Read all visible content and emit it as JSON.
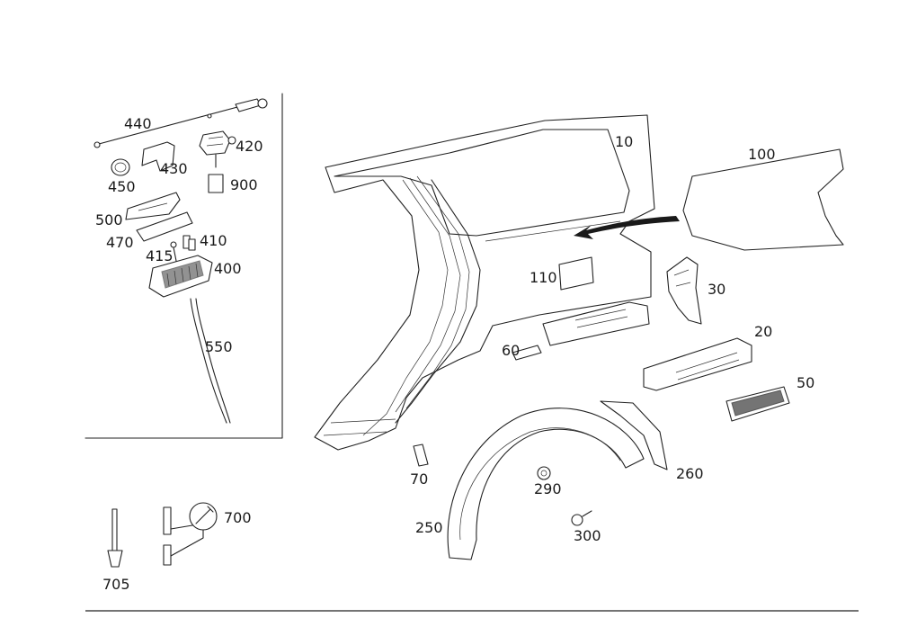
{
  "diagram": {
    "callouts": [
      {
        "id": "c440",
        "text": "440"
      },
      {
        "id": "c420",
        "text": "420"
      },
      {
        "id": "c430",
        "text": "430"
      },
      {
        "id": "c450",
        "text": "450"
      },
      {
        "id": "c900",
        "text": "900"
      },
      {
        "id": "c500",
        "text": "500"
      },
      {
        "id": "c470",
        "text": "470"
      },
      {
        "id": "c410",
        "text": "410"
      },
      {
        "id": "c415",
        "text": "415"
      },
      {
        "id": "c400",
        "text": "400"
      },
      {
        "id": "c550",
        "text": "550"
      },
      {
        "id": "c10",
        "text": "10"
      },
      {
        "id": "c100",
        "text": "100"
      },
      {
        "id": "c110",
        "text": "110"
      },
      {
        "id": "c30",
        "text": "30"
      },
      {
        "id": "c60",
        "text": "60"
      },
      {
        "id": "c20",
        "text": "20"
      },
      {
        "id": "c50",
        "text": "50"
      },
      {
        "id": "c70",
        "text": "70"
      },
      {
        "id": "c290",
        "text": "290"
      },
      {
        "id": "c260",
        "text": "260"
      },
      {
        "id": "c250",
        "text": "250"
      },
      {
        "id": "c300",
        "text": "300"
      },
      {
        "id": "c700",
        "text": "700"
      },
      {
        "id": "c705",
        "text": "705"
      }
    ]
  }
}
